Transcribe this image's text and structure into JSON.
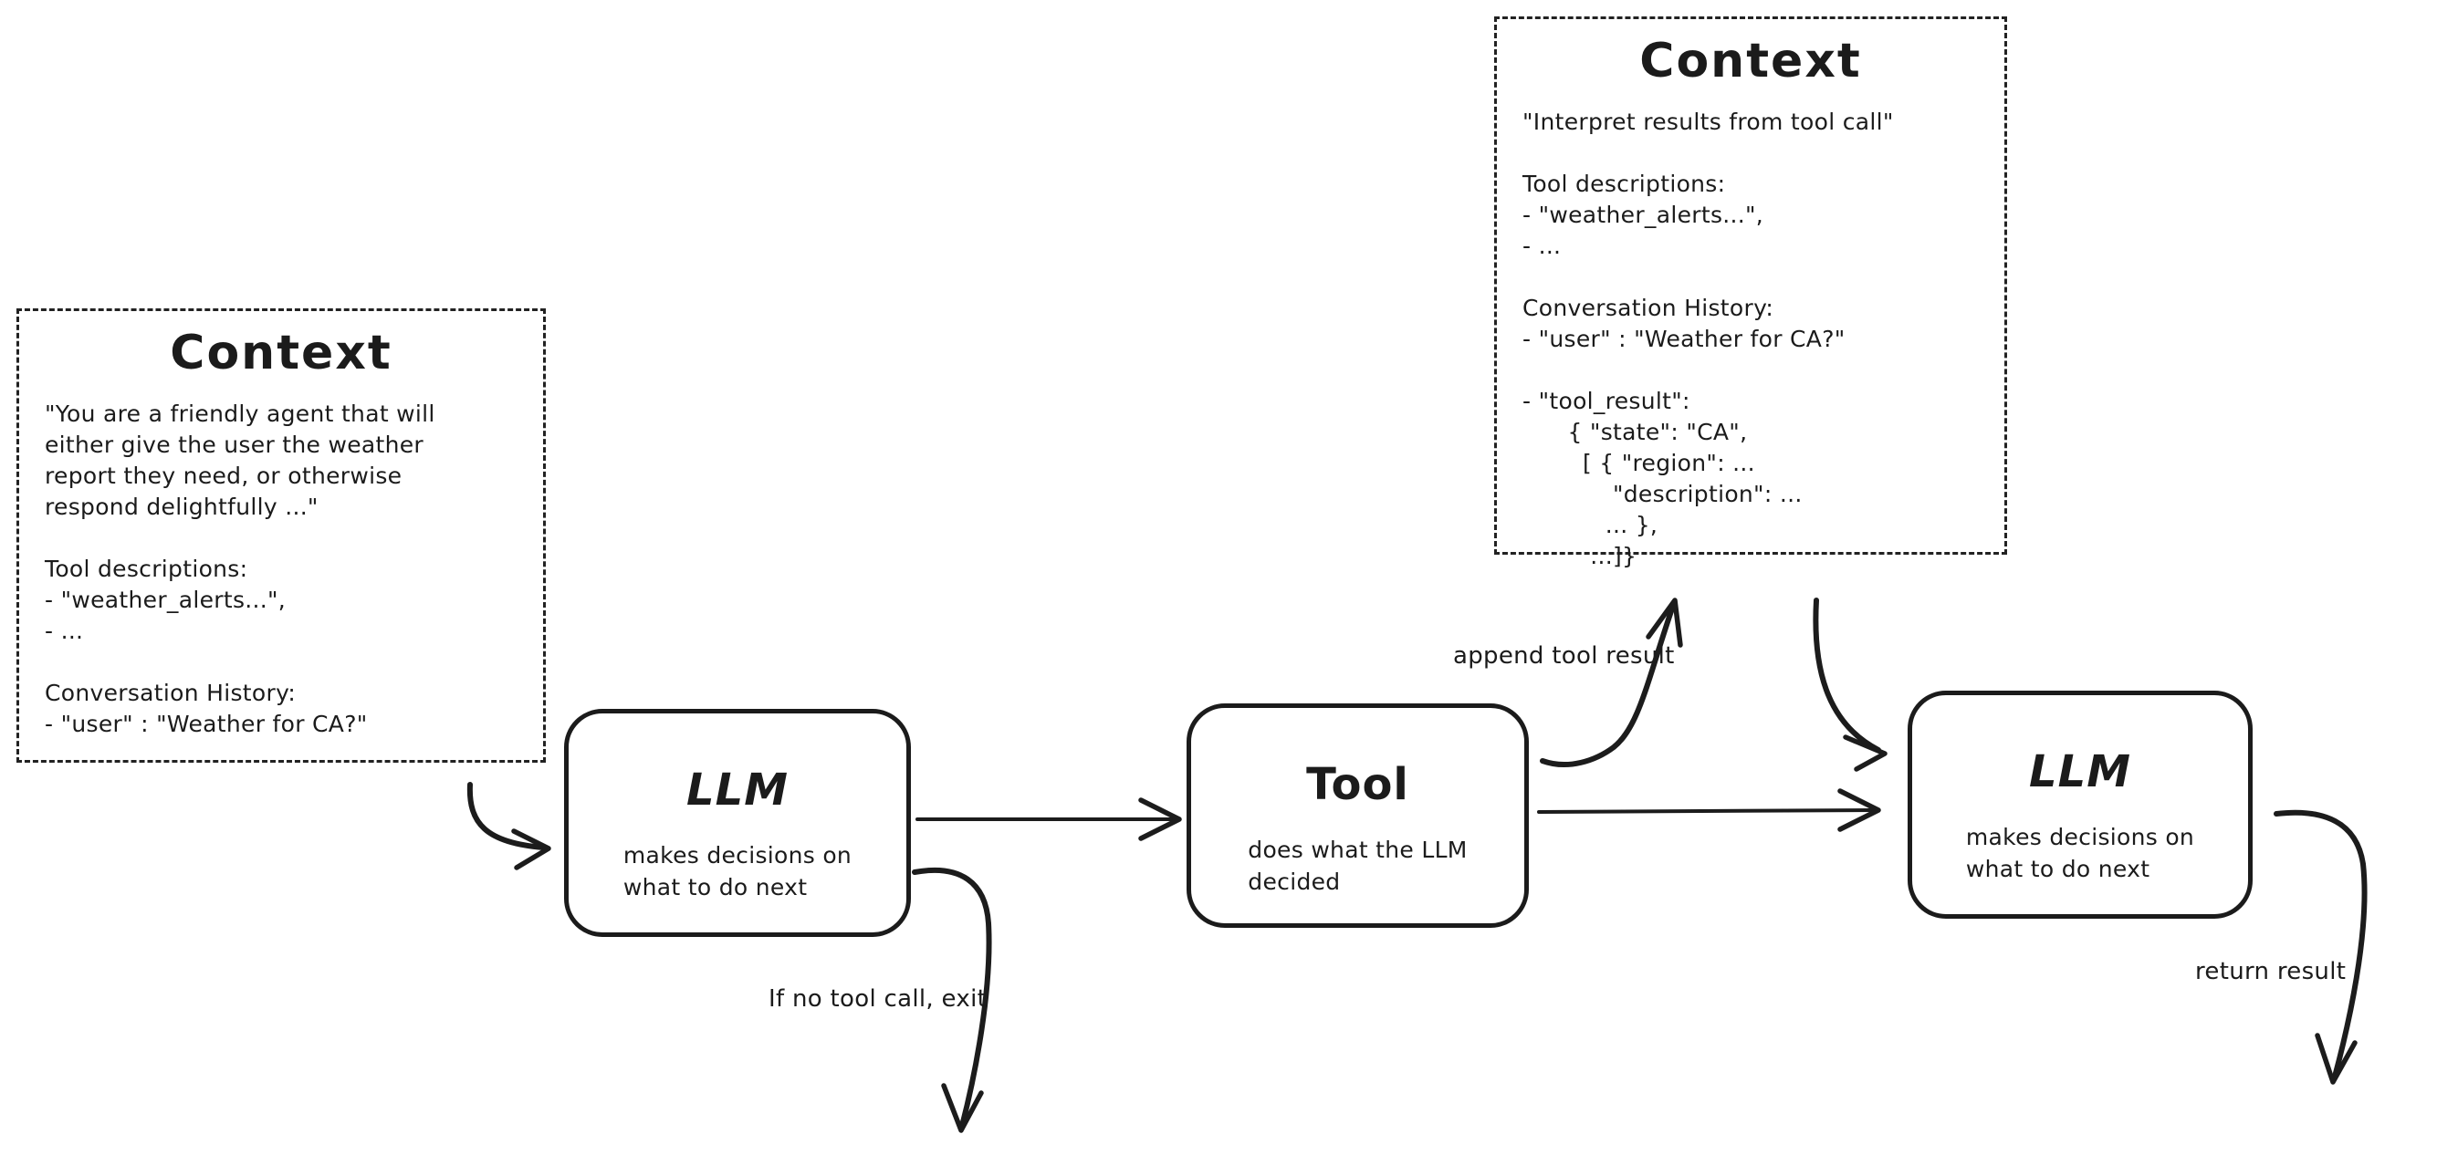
{
  "title": "Agent loop diagram",
  "colors": {
    "stroke": "#1c1c1c",
    "background": "#ffffff"
  },
  "context_boxes": {
    "left": {
      "title": "Context",
      "lines": [
        "\"You are a friendly agent that will",
        "either give the user the weather",
        "report they need, or otherwise",
        "respond delightfully ...\"",
        "",
        "Tool descriptions:",
        "- \"weather_alerts...\",",
        "- ...",
        "",
        "Conversation History:",
        "- \"user\" : \"Weather for CA?\""
      ]
    },
    "top_right": {
      "title": "Context",
      "lines": [
        "\"Interpret results from tool call\"",
        "",
        "Tool descriptions:",
        "- \"weather_alerts...\",",
        "- ...",
        "",
        "Conversation History:",
        "- \"user\" : \"Weather for CA?\"",
        "",
        "- \"tool_result\":",
        "      { \"state\": \"CA\",",
        "        [ { \"region\": ...",
        "            \"description\": ...",
        "           ... },",
        "         ...]}"
      ]
    }
  },
  "nodes": {
    "llm_1": {
      "title": "LLM",
      "subtitle": [
        "makes decisions on",
        "what to do next"
      ]
    },
    "tool": {
      "title": "Tool",
      "subtitle": [
        "does what the LLM",
        "decided"
      ]
    },
    "llm_2": {
      "title": "LLM",
      "subtitle": [
        "makes decisions on",
        "what to do next"
      ]
    }
  },
  "edges": [
    {
      "id": "context-left-to-llm-1",
      "from": "context-left",
      "to": "llm-1",
      "label": ""
    },
    {
      "id": "llm-1-to-tool",
      "from": "llm-1",
      "to": "tool",
      "label": ""
    },
    {
      "id": "llm-1-exit",
      "from": "llm-1",
      "to": "exit",
      "label": "If no tool call, exit"
    },
    {
      "id": "tool-to-context-top",
      "from": "tool",
      "to": "context-top",
      "label": "append tool result"
    },
    {
      "id": "tool-to-llm-2",
      "from": "tool",
      "to": "llm-2",
      "label": ""
    },
    {
      "id": "context-top-to-llm-2",
      "from": "context-top",
      "to": "llm-2",
      "label": ""
    },
    {
      "id": "llm-2-return",
      "from": "llm-2",
      "to": "out",
      "label": "return result"
    }
  ]
}
